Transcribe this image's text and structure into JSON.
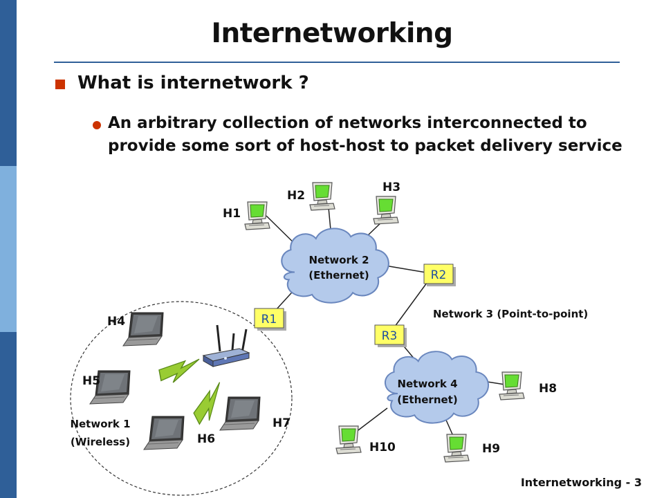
{
  "slide": {
    "title": "Internetworking",
    "bullet1": "What is internetwork ?",
    "bullet2": "An arbitrary collection of networks interconnected to provide some sort of host-host to packet delivery service",
    "footer": "Internetworking - 3"
  },
  "diagram": {
    "hosts": {
      "h1": "H1",
      "h2": "H2",
      "h3": "H3",
      "h4": "H4",
      "h5": "H5",
      "h6": "H6",
      "h7": "H7",
      "h8": "H8",
      "h9": "H9",
      "h10": "H10"
    },
    "routers": {
      "r1": "R1",
      "r2": "R2",
      "r3": "R3"
    },
    "networks": {
      "n1_line1": "Network 1",
      "n1_line2": "(Wireless)",
      "n2_line1": "Network 2",
      "n2_line2": "(Ethernet)",
      "n3": "Network 3 (Point-to-point)",
      "n4_line1": "Network 4",
      "n4_line2": "(Ethernet)"
    },
    "icons": {
      "desktop": "desktop-computer-icon",
      "laptop": "laptop-icon",
      "wireless_router": "wireless-router-icon",
      "signal": "lightning-signal-icon",
      "cloud": "cloud-icon"
    }
  },
  "colors": {
    "sidebar_dark": "#2f5f98",
    "sidebar_light": "#7fb0dd",
    "title_rule": "#2f5f98",
    "bullet": "#cc3300",
    "cloud_fill": "#b4caeb",
    "cloud_stroke": "#6a87be",
    "router_fill": "#ffff66",
    "router_text": "#1f4f9e",
    "monitor_screen": "#66dd33",
    "signal_fill": "#99cc33"
  }
}
